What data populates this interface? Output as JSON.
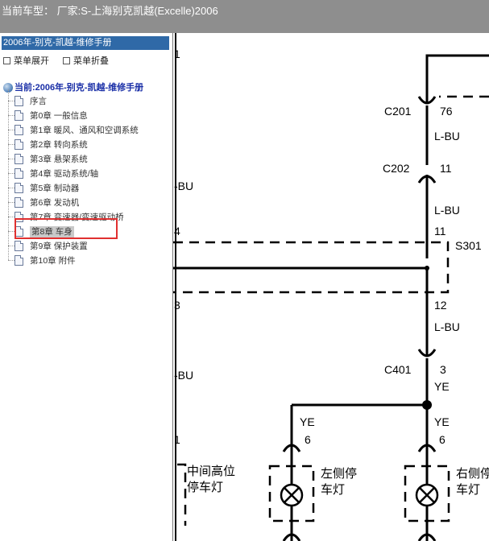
{
  "header": {
    "title": "当前车型： 厂家:S-上海别克凯越(Excelle)2006"
  },
  "sidebar": {
    "heading": "2006年-别克-凯越-维修手册",
    "expand_label": "菜单展开",
    "collapse_label": "菜单折叠",
    "current_label": "当前:2006年-别克-凯越-维修手册",
    "items": [
      {
        "label": "序言"
      },
      {
        "label": "第0章 一般信息"
      },
      {
        "label": "第1章 暖风、通风和空调系统"
      },
      {
        "label": "第2章 转向系统"
      },
      {
        "label": "第3章 悬架系统"
      },
      {
        "label": "第4章 驱动系统/轴"
      },
      {
        "label": "第5章 制动器"
      },
      {
        "label": "第6章 发动机"
      },
      {
        "label": "第7章 变速器/变速驱动桥"
      },
      {
        "label": "第8章 车身"
      },
      {
        "label": "第9章 保护装置"
      },
      {
        "label": "第10章 附件"
      }
    ],
    "selected_index": 9
  },
  "diagram": {
    "pins_left": [
      "1",
      "4",
      "3",
      "1"
    ],
    "wires_left": [
      "-BU",
      "-BU"
    ],
    "c201": "C201",
    "c201_pin": "76",
    "c201_color": "L-BU",
    "c202": "C202",
    "c202_pin": "11",
    "c202_color": "L-BU",
    "s301": "S301",
    "s301_pin_top": "11",
    "s301_pin_bottom": "12",
    "s301_color": "L-BU",
    "c401": "C401",
    "c401_pin": "3",
    "c401_color": "YE",
    "left_branch_color": "YE",
    "left_branch_pin": "6",
    "right_branch_color": "YE",
    "right_branch_pin": "6",
    "lamp_center_line1": "中间高位",
    "lamp_center_line2": "停车灯",
    "lamp_left_line1": "左侧停",
    "lamp_left_line2": "车灯",
    "lamp_right_line1": "右侧停",
    "lamp_right_line2": "车灯"
  },
  "colors": {
    "title_bar": "#8e8e8e",
    "sidebar_heading_bg": "#2f69a7",
    "current_text": "#1a2fa7",
    "highlight_box": "#e03030",
    "wire": "#000000"
  }
}
